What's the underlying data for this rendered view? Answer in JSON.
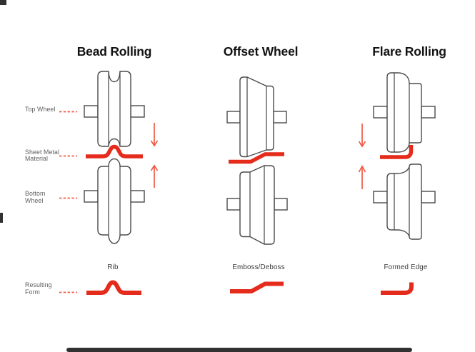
{
  "columns": [
    {
      "title": "Bead Rolling",
      "form_label": "Rib"
    },
    {
      "title": "Offset Wheel",
      "form_label": "Emboss/Deboss"
    },
    {
      "title": "Flare Rolling",
      "form_label": "Formed Edge"
    }
  ],
  "labels": [
    {
      "id": "top-wheel",
      "line1": "Top Wheel",
      "line2": ""
    },
    {
      "id": "sheet-metal",
      "line1": "Sheet Metal",
      "line2": "Material"
    },
    {
      "id": "bottom-wheel",
      "line1": "Bottom",
      "line2": "Wheel"
    },
    {
      "id": "resulting-form",
      "line1": "Resulting",
      "line2": "Form"
    }
  ],
  "colors": {
    "outline": "#4a4a4a",
    "red": "#e42b1c",
    "red_light": "#f05a46",
    "title_ink": "#121212",
    "label_gray": "#5e5e5e",
    "form_ink": "#3a3a3a",
    "artifact": "#313131"
  }
}
